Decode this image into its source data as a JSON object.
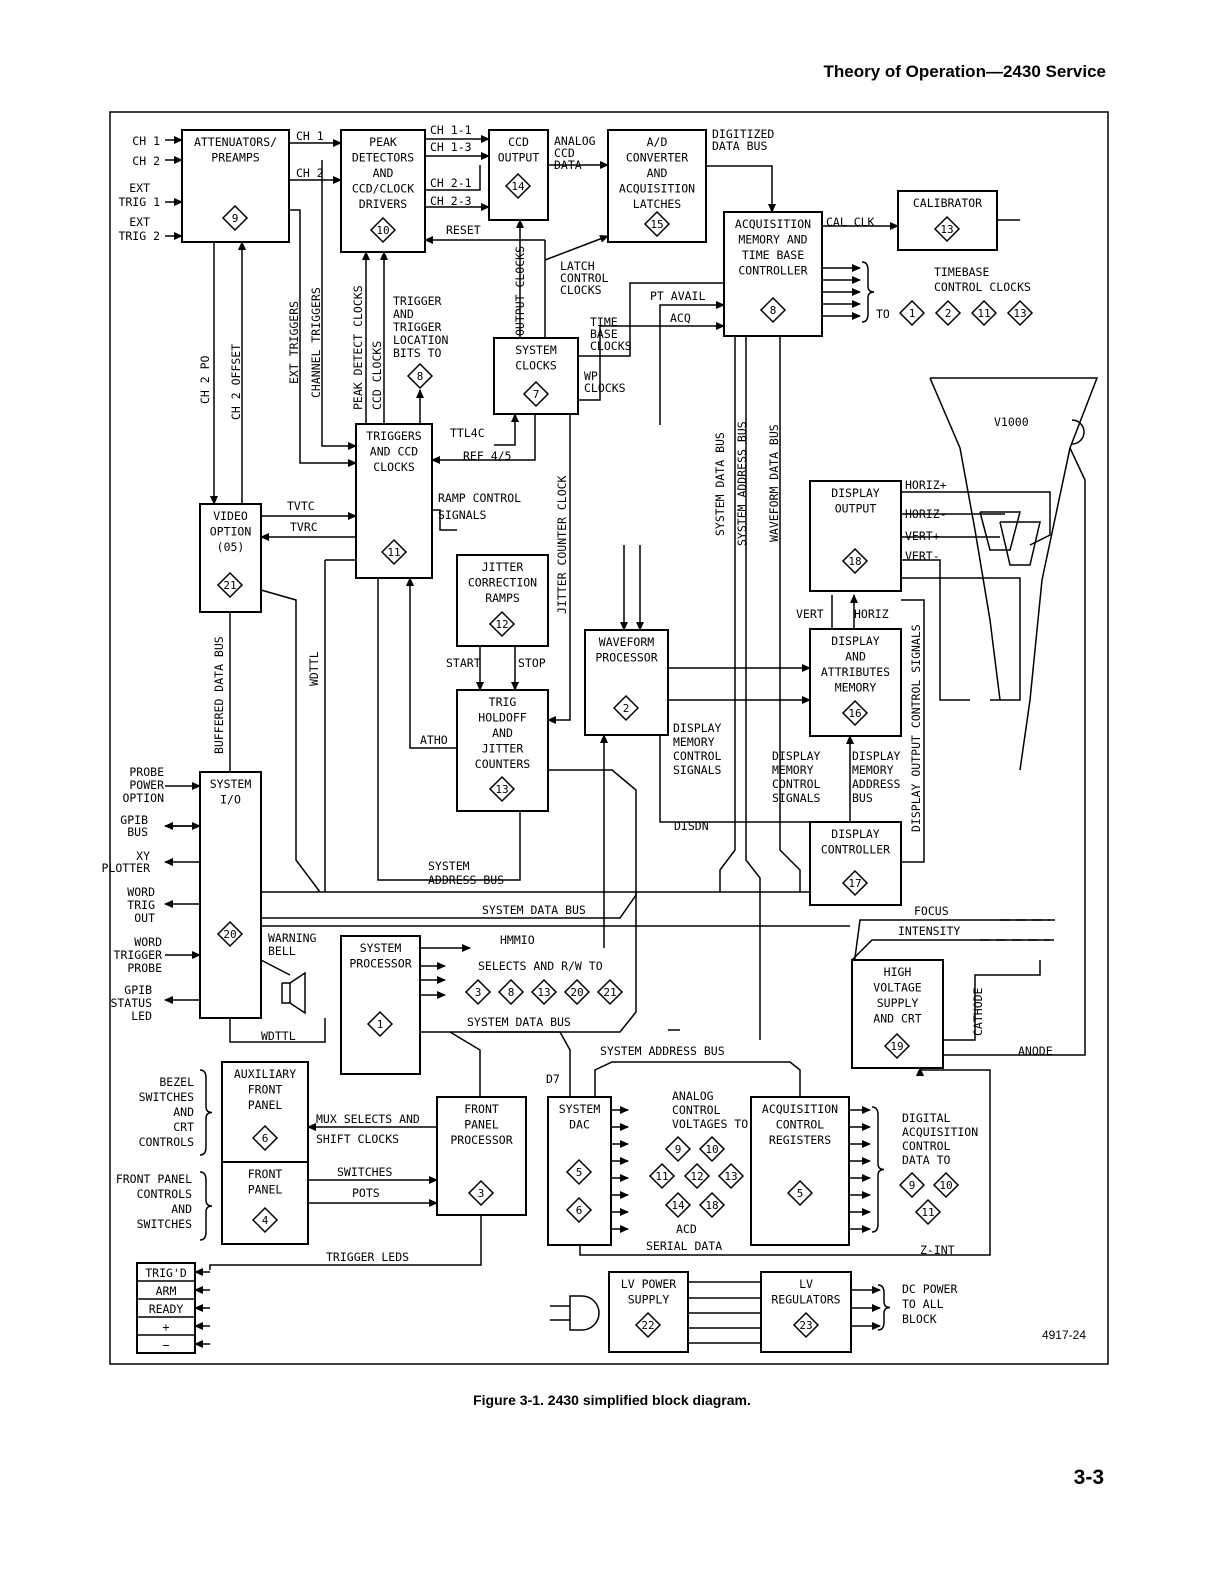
{
  "header": {
    "title": "Theory of Operation—2430 Service"
  },
  "caption": "Figure 3-1.  2430 simplified block diagram.",
  "page_number": "3-3",
  "figure_id": "4917-24",
  "blocks": [
    {
      "id": "attn",
      "lines": [
        "ATTENUATORS/",
        "PREAMPS"
      ],
      "num": "9"
    },
    {
      "id": "peak",
      "lines": [
        "PEAK",
        "DETECTORS",
        "AND",
        "CCD/CLOCK",
        "DRIVERS"
      ],
      "num": "10"
    },
    {
      "id": "ccdout",
      "lines": [
        "CCD",
        "OUTPUT"
      ],
      "num": "14"
    },
    {
      "id": "adc",
      "lines": [
        "A/D",
        "CONVERTER",
        "AND",
        "ACQUISITION",
        "LATCHES"
      ],
      "num": "15"
    },
    {
      "id": "calib",
      "lines": [
        "CALIBRATOR"
      ],
      "num": "13"
    },
    {
      "id": "acqmem",
      "lines": [
        "ACQUISITION",
        "MEMORY AND",
        "TIME BASE",
        "CONTROLLER"
      ],
      "num": "8"
    },
    {
      "id": "sysclk",
      "lines": [
        "SYSTEM",
        "CLOCKS"
      ],
      "num": "7"
    },
    {
      "id": "trigccd",
      "lines": [
        "TRIGGERS",
        "AND CCD",
        "CLOCKS"
      ],
      "num": "11"
    },
    {
      "id": "video",
      "lines": [
        "VIDEO",
        "OPTION",
        "(05)"
      ],
      "num": "21"
    },
    {
      "id": "jitter",
      "lines": [
        "JITTER",
        "CORRECTION",
        "RAMPS"
      ],
      "num": "12"
    },
    {
      "id": "trighold",
      "lines": [
        "TRIG",
        "HOLDOFF",
        "AND",
        "JITTER",
        "COUNTERS"
      ],
      "num": "13"
    },
    {
      "id": "wfproc",
      "lines": [
        "WAVEFORM",
        "PROCESSOR"
      ],
      "num": "2"
    },
    {
      "id": "dispout",
      "lines": [
        "DISPLAY",
        "OUTPUT"
      ],
      "num": "18"
    },
    {
      "id": "dispattr",
      "lines": [
        "DISPLAY",
        "AND",
        "ATTRIBUTES",
        "MEMORY"
      ],
      "num": "16"
    },
    {
      "id": "dispctl",
      "lines": [
        "DISPLAY",
        "CONTROLLER"
      ],
      "num": "17"
    },
    {
      "id": "sysio",
      "lines": [
        "SYSTEM",
        "I/O"
      ],
      "num": "20"
    },
    {
      "id": "sysproc",
      "lines": [
        "SYSTEM",
        "PROCESSOR"
      ],
      "num": "1"
    },
    {
      "id": "hv",
      "lines": [
        "HIGH",
        "VOLTAGE",
        "SUPPLY",
        "AND CRT"
      ],
      "num": "19"
    },
    {
      "id": "auxfp",
      "lines": [
        "AUXILIARY",
        "FRONT",
        "PANEL"
      ],
      "num": "6"
    },
    {
      "id": "fp",
      "lines": [
        "FRONT",
        "PANEL"
      ],
      "num": "4"
    },
    {
      "id": "fpproc",
      "lines": [
        "FRONT",
        "PANEL",
        "PROCESSOR"
      ],
      "num": "3"
    },
    {
      "id": "sysdac",
      "lines": [
        "SYSTEM",
        "DAC"
      ],
      "num": "5",
      "num2": "6"
    },
    {
      "id": "acqctl",
      "lines": [
        "ACQUISITION",
        "CONTROL",
        "REGISTERS"
      ],
      "num": "5"
    },
    {
      "id": "lvps",
      "lines": [
        "LV POWER",
        "SUPPLY"
      ],
      "num": "22"
    },
    {
      "id": "lvreg",
      "lines": [
        "LV",
        "REGULATORS"
      ],
      "num": "23"
    }
  ],
  "labels": {
    "ch1": "CH 1",
    "ch2": "CH 2",
    "ext1a": "EXT",
    "ext1b": "TRIG 1",
    "ext2a": "EXT",
    "ext2b": "TRIG 2",
    "ch1a": "CH 1",
    "ch2a": "CH 2",
    "ch11": "CH 1-1",
    "ch13": "CH 1-3",
    "ch21": "CH 2-1",
    "ch23": "CH 2-3",
    "analog_ccd": [
      "ANALOG",
      "CCD",
      "DATA"
    ],
    "digitized": [
      "DIGITIZED",
      "DATA BUS"
    ],
    "reset": "RESET",
    "cal_clk": "CAL CLK",
    "timebase": [
      "TIMEBASE",
      "CONTROL CLOCKS"
    ],
    "to": "TO",
    "tb_nums": [
      "1",
      "2",
      "11",
      "13"
    ],
    "latch": [
      "LATCH",
      "CONTROL",
      "CLOCKS"
    ],
    "pt_avail": "PT AVAIL",
    "acq": "ACQ",
    "time_base": [
      "TIME",
      "BASE",
      "CLOCKS"
    ],
    "wp": [
      "WP",
      "CLOCKS"
    ],
    "output_clocks": "OUTPUT CLOCKS",
    "trigger_bits": [
      "TRIGGER",
      "AND",
      "TRIGGER",
      "LOCATION",
      "BITS TO"
    ],
    "trigger_bits_num": "8",
    "ch2po": "CH 2 PO",
    "ch2off": "CH 2 OFFSET",
    "ext_trig": "EXT TRIGGERS",
    "chan_trig": "CHANNEL TRIGGERS",
    "peak_det": "PEAK DETECT CLOCKS",
    "ccd_clocks": "CCD CLOCKS",
    "ttl4c": "TTL4C",
    "ref45": "REF 4/5",
    "ramp": [
      "RAMP CONTROL",
      "SIGNALS"
    ],
    "tvtc": "TVTC",
    "tvrc": "TVRC",
    "jitter_clk": "JITTER COUNTER CLOCK",
    "start": "START",
    "stop": "STOP",
    "atho": "ATHO",
    "buffered": "BUFFERED DATA BUS",
    "wdttl": "WDTTL",
    "sys_data_bus_v": "SYSTEM DATA BUS",
    "sys_addr_bus_v": "SYSTEM ADDRESS BUS",
    "wf_data_bus": "WAVEFORM DATA BUS",
    "disp_mem_ctl": [
      "DISPLAY",
      "MEMORY",
      "CONTROL",
      "SIGNALS"
    ],
    "disp_mem_ctl2": [
      "DISPLAY",
      "MEMORY",
      "CONTROL",
      "SIGNALS"
    ],
    "disp_mem_addr": [
      "DISPLAY",
      "MEMORY",
      "ADDRESS",
      "BUS"
    ],
    "disp_out_ctl": "DISPLAY OUTPUT CONTROL SIGNALS",
    "vert": "VERT",
    "horiz": "HORIZ",
    "horizp": "HORIZ+",
    "horizm": "HORIZ-",
    "vertp": "VERT+",
    "vertm": "VERT-",
    "v1000": "V1000",
    "dispn": "DISDN",
    "probe": [
      "PROBE",
      "POWER",
      "OPTION"
    ],
    "gpib_bus": [
      "GPIB",
      "BUS"
    ],
    "xy": [
      "XY",
      "PLOTTER"
    ],
    "word_out": [
      "WORD",
      "TRIG",
      "OUT"
    ],
    "word_probe": [
      "WORD",
      "TRIGGER",
      "PROBE"
    ],
    "gpib_led": [
      "GPIB",
      "STATUS",
      "LED"
    ],
    "sys_addr_bus": [
      "SYSTEM",
      "ADDRESS BUS"
    ],
    "sys_data_bus": "SYSTEM DATA BUS",
    "warning": [
      "WARNING",
      "BELL"
    ],
    "hmmio": "HMMIO",
    "selects": "SELECTS AND R/W TO",
    "sel_nums": [
      "3",
      "8",
      "13",
      "20",
      "21"
    ],
    "sys_data_bus2": "SYSTEM DATA BUS",
    "wdttl2": "WDTTL",
    "sys_addr_bus2": "SYSTEM ADDRESS BUS",
    "focus": "FOCUS",
    "intensity": "INTENSITY",
    "cathode": "CATHODE",
    "anode": "ANODE",
    "d7": "D7",
    "bezel": [
      "BEZEL",
      "SWITCHES",
      "AND",
      "CRT",
      "CONTROLS"
    ],
    "fpc": [
      "FRONT PANEL",
      "CONTROLS",
      "AND",
      "SWITCHES"
    ],
    "mux": [
      "MUX SELECTS AND",
      "SHIFT CLOCKS"
    ],
    "switches": "SWITCHES",
    "pots": "POTS",
    "analog_ctl": [
      "ANALOG",
      "CONTROL",
      "VOLTAGES TO"
    ],
    "an_nums": [
      "9",
      "10",
      "11",
      "12",
      "13",
      "14",
      "18"
    ],
    "acd": "ACD",
    "serial": "SERIAL DATA",
    "digital_acq": [
      "DIGITAL",
      "ACQUISITION",
      "CONTROL",
      "DATA TO"
    ],
    "dig_nums": [
      "9",
      "10",
      "11"
    ],
    "zint": "Z-INT",
    "trigger_leds": "TRIGGER LEDS",
    "leds": [
      "TRIG'D",
      "ARM",
      "READY",
      "+",
      "−"
    ],
    "dc_power": [
      "DC POWER",
      "TO ALL",
      "BLOCK"
    ]
  }
}
